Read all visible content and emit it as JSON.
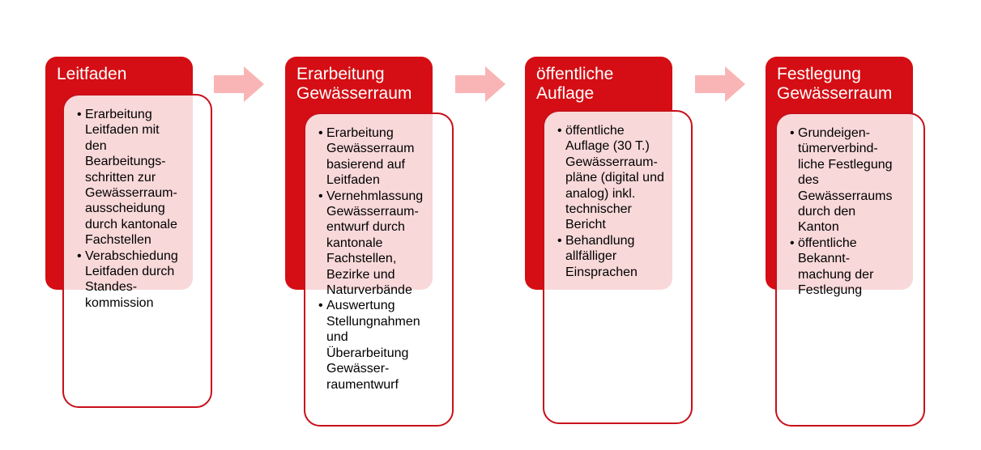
{
  "colors": {
    "header_fill": "#d40e14",
    "card_border": "#c8101a",
    "arrow_fill": "#f9b5b5"
  },
  "arrow_icon": "right-block-arrow",
  "stages": [
    {
      "title_lines": [
        "Leitfaden"
      ],
      "bullets": [
        [
          "Erarbeitung",
          "Leitfaden mit",
          "den",
          "Bearbeitungs-",
          "schritten zur",
          "Gewässerraum-",
          "ausscheidung",
          "durch kantonale",
          "Fachstellen"
        ],
        [
          "Verabschiedung",
          "Leitfaden durch",
          "Standes-",
          "kommission"
        ]
      ]
    },
    {
      "title_lines": [
        "Erarbeitung",
        "Gewässerraum"
      ],
      "bullets": [
        [
          "Erarbeitung",
          "Gewässerraum",
          "basierend auf",
          "Leitfaden"
        ],
        [
          "Vernehmlassung",
          "Gewässerraum-",
          "entwurf durch",
          "kantonale",
          "Fachstellen,",
          "Bezirke und",
          "Naturverbände"
        ],
        [
          "Auswertung",
          "Stellungnahmen",
          "und",
          "Überarbeitung",
          "Gewässer-",
          "raumentwurf"
        ]
      ]
    },
    {
      "title_lines": [
        "öffentliche",
        "Auflage"
      ],
      "bullets": [
        [
          "öffentliche",
          "Auflage (30 T.)",
          "Gewässerraum-",
          "pläne (digital und",
          "analog) inkl.",
          "technischer",
          "Bericht"
        ],
        [
          "Behandlung",
          "allfälliger",
          "Einsprachen"
        ]
      ]
    },
    {
      "title_lines": [
        "Festlegung",
        "Gewässerraum"
      ],
      "bullets": [
        [
          "Grundeigen-",
          "tümerverbind-",
          "liche Festlegung",
          "des",
          "Gewässerraums",
          "durch den",
          "Kanton"
        ],
        [
          "öffentliche",
          "Bekannt-",
          "machung der",
          "Festlegung"
        ]
      ]
    }
  ]
}
